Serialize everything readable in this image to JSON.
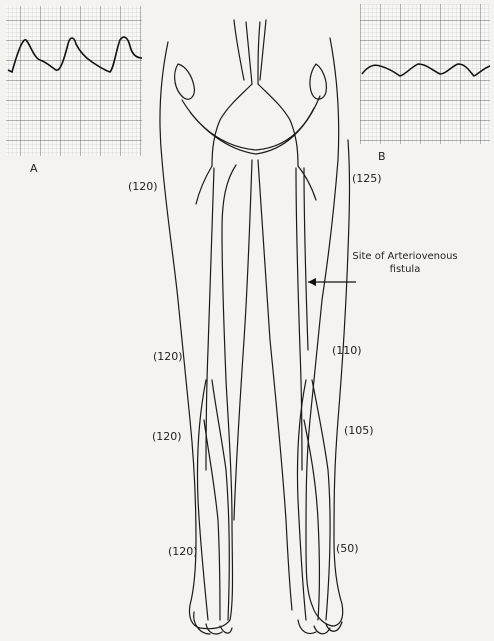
{
  "panels": {
    "left_label": "A",
    "right_label": "B"
  },
  "annotation": {
    "line1": "Site of Arteriovenous",
    "line2": "fistula"
  },
  "pressures": {
    "upper_thigh_right": "(120)",
    "upper_thigh_left": "(125)",
    "lower_thigh_right": "(120)",
    "lower_thigh_left": "(110)",
    "calf_right": "(120)",
    "calf_left": "(105)",
    "ankle_right": "(120)",
    "ankle_left": "(50)"
  }
}
